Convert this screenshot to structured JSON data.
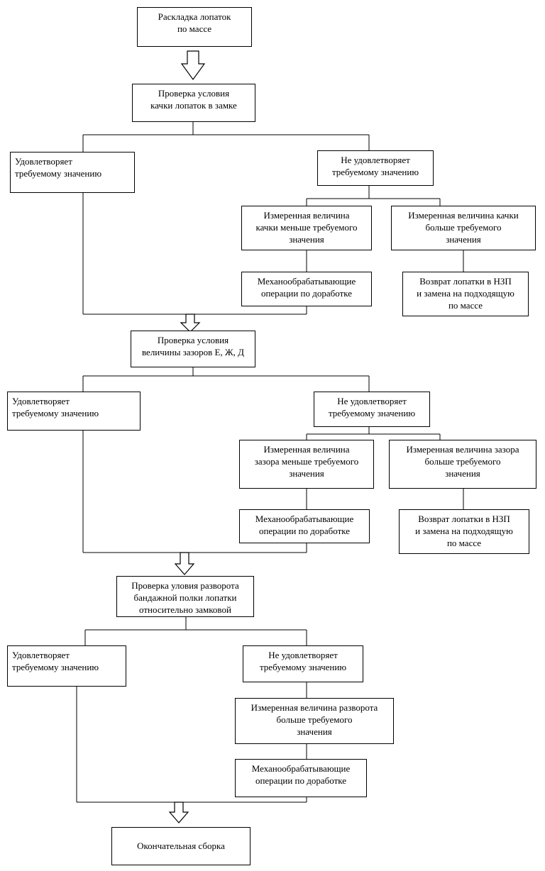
{
  "nodes": {
    "start": "Раскладка лопаток\nпо массе",
    "check1": "Проверка условия\nкачки лопаток в замке",
    "ok1": "Удовлетворяет\nтребуемому значению",
    "nok1": "Не удовлетворяет\nтребуемому значению",
    "less1": "Измеренная величина\nкачки меньше требуемого\nзначения",
    "more1": "Измеренная величина качки\nбольше требуемого\nзначения",
    "mach1": "Механообрабатывающие\nоперации по доработке",
    "ret1": "Возврат лопатки в НЗП\nи замена на подходящую\nпо массе",
    "check2": "Проверка условия\nвеличины зазоров Е, Ж, Д",
    "ok2": "Удовлетворяет\nтребуемому значению",
    "nok2": "Не удовлетворяет\nтребуемому значению",
    "less2": "Измеренная величина\nзазора меньше требуемого\nзначения",
    "more2": "Измеренная величина зазора\nбольше требуемого\nзначения",
    "mach2": "Механообрабатывающие\nоперации по доработке",
    "ret2": "Возврат лопатки в НЗП\nи замена на подходящую\nпо массе",
    "check3": "Проверка уловия разворота\nбандажной полки лопатки\nотносительно замковой",
    "ok3": "Удовлетворяет\nтребуемому значению",
    "nok3": "Не удовлетворяет\nтребуемому значению",
    "more3": "Измеренная величина разворота\nбольше требуемого\nзначения",
    "mach3": "Механообрабатывающие\nоперации по доработке",
    "final": "Окончательная сборка"
  }
}
